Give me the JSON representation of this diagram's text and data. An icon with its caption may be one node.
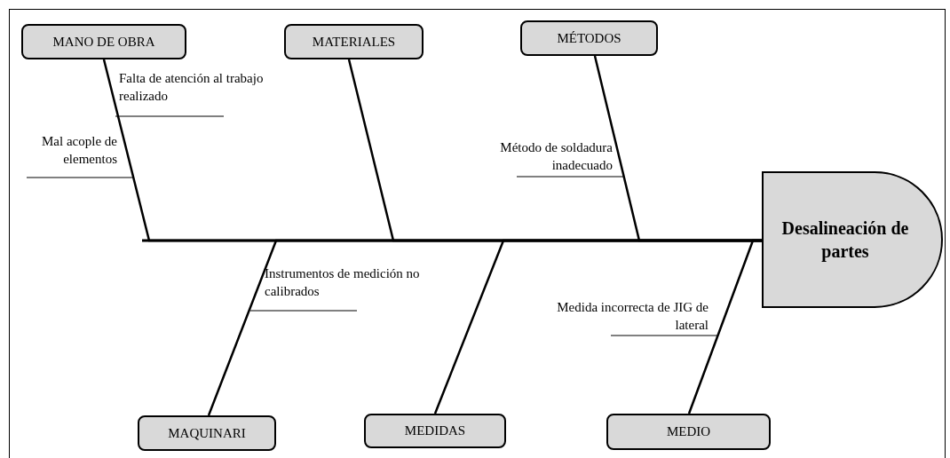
{
  "diagram": {
    "nodes": [
      {
        "text": [
          "Desalineación de partes"
        ]
      },
      {
        "text": [
          "MANO DE OBRA"
        ]
      },
      {
        "text": [
          "MATERIALES"
        ]
      },
      {
        "text": [
          "MÉTODOS"
        ]
      },
      {
        "text": [
          "MAQUINARI"
        ]
      },
      {
        "text": [
          "MEDIDAS"
        ]
      },
      {
        "text": [
          "MEDIO"
        ]
      }
    ],
    "edges": [
      {
        "from": 1,
        "to": 0,
        "arrow": "none"
      },
      {
        "from": 2,
        "to": 0,
        "arrow": "none"
      },
      {
        "from": 3,
        "to": 0,
        "arrow": "none"
      },
      {
        "from": 4,
        "to": 0,
        "arrow": "none"
      },
      {
        "from": 5,
        "to": 0,
        "arrow": "none"
      },
      {
        "from": 6,
        "to": 0,
        "arrow": "none"
      }
    ],
    "labels": [
      "Falta de atención al trabajo realizado",
      "Mal acople de elementos",
      "Método de soldadura inadecuado",
      "Instrumentos de medición no calibrados",
      "Medida incorrecta de JIG de lateral"
    ]
  }
}
